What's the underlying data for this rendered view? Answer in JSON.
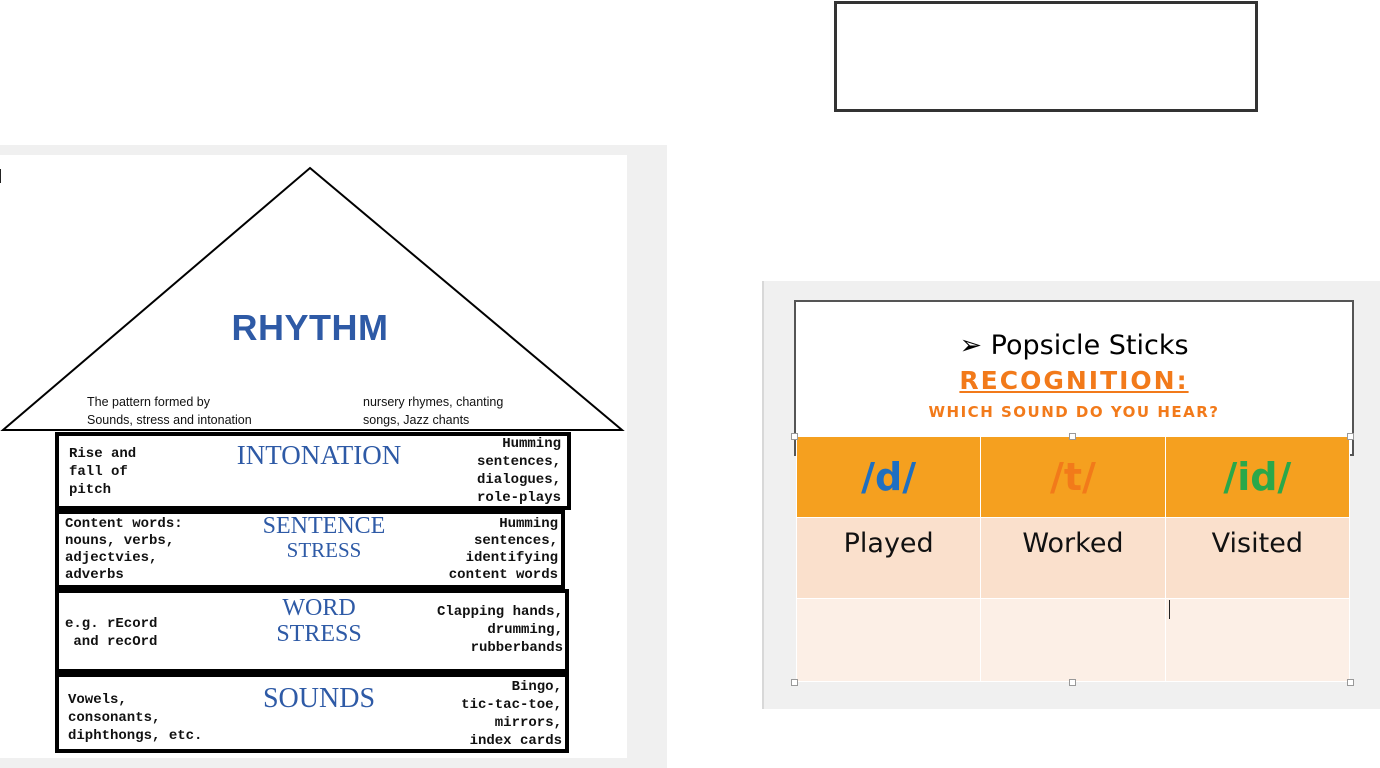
{
  "house": {
    "roof": {
      "title": "RHYTHM",
      "left_text": [
        "The pattern formed by",
        "Sounds, stress and intonation"
      ],
      "right_text": [
        "nursery rhymes, chanting",
        "songs, Jazz chants"
      ]
    },
    "floors": [
      {
        "title": [
          "INTONATION"
        ],
        "left": "Rise and\nfall of\npitch",
        "right": "Humming\nsentences,\ndialogues,\nrole-plays"
      },
      {
        "title": [
          "SENTENCE",
          "STRESS"
        ],
        "left": "Content words:\nnouns, verbs,\nadjectvies,\nadverbs",
        "right": "Humming\nsentences,\nidentifying\ncontent words"
      },
      {
        "title": [
          "WORD",
          "STRESS"
        ],
        "left": "e.g. rEcord\n and recOrd",
        "right": "Clapping hands,\ndrumming,\nrubberbands"
      },
      {
        "title": [
          "SOUNDS"
        ],
        "left": "Vowels,\nconsonants,\ndiphthongs, etc.",
        "right": "Bingo,\ntic-tac-toe,\nmirrors,\nindex cards"
      }
    ]
  },
  "slide": {
    "bullet": "➢",
    "line1": "Popsicle Sticks",
    "line2": "RECOGNITION:",
    "line3": "WHICH SOUND DO YOU HEAR?",
    "columns": [
      {
        "symbol": "/d/",
        "color": "#1f6fc0",
        "example": "Played"
      },
      {
        "symbol": "/t/",
        "color": "#f27a1a",
        "example": "Worked"
      },
      {
        "symbol": "/id/",
        "color": "#2aa84a",
        "example": "Visited"
      }
    ]
  },
  "colors": {
    "title_blue": "#2e5aa6",
    "accent_orange": "#f27a1a",
    "header_orange": "#f5a01f"
  }
}
